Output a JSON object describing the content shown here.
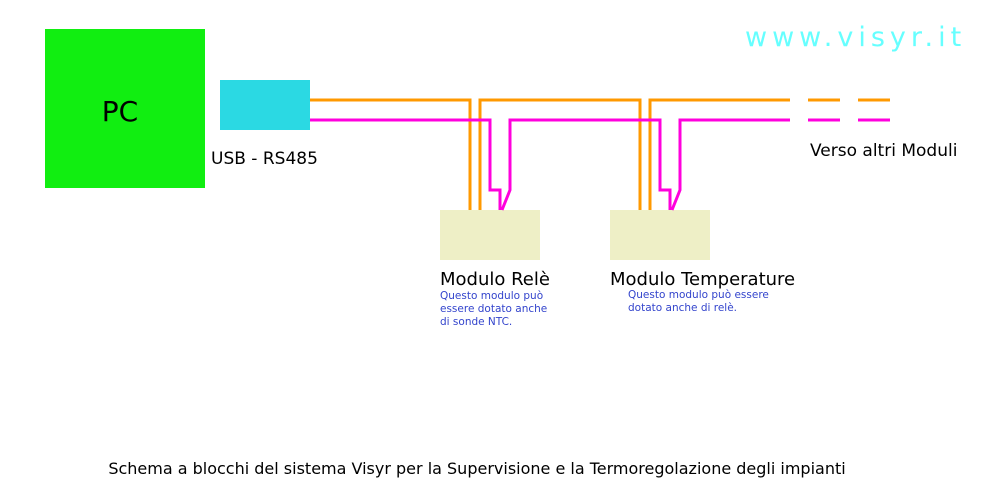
{
  "website": "www.visyr.it",
  "blocks": {
    "pc": {
      "label": "PC"
    },
    "converter": {
      "label": "USB - RS485"
    },
    "relay_module": {
      "title": "Modulo Relè",
      "note": "Questo modulo può\nessere dotato anche\ndi sonde NTC."
    },
    "temperature_module": {
      "title": "Modulo Temperature",
      "note": "Questo modulo può essere\ndotato anche di relè."
    }
  },
  "bus_extension_label": "Verso altri Moduli",
  "caption": "Schema a blocchi del sistema Visyr per la Supervisione e la Termoregolazione degli impianti",
  "colors": {
    "pc_box": "#11ee11",
    "converter_box": "#2bd9e3",
    "module_box": "#eeefc6",
    "wire_a": "#ff9900",
    "wire_b": "#ff00dd",
    "website": "#66ffff",
    "note_text": "#3344cc"
  }
}
